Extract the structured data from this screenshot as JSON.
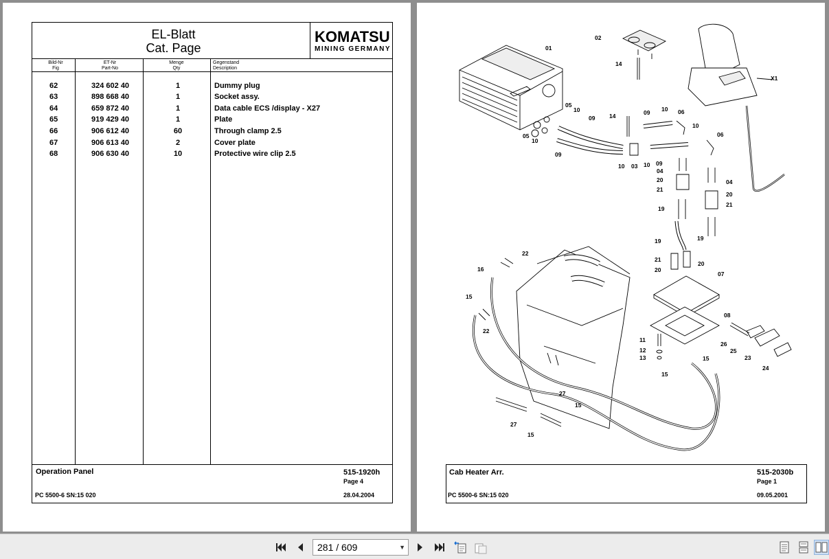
{
  "left_sheet": {
    "header": {
      "title": "EL-Blatt",
      "subtitle": "Cat. Page",
      "logo": "KOMATSU",
      "logo_sub": "MINING GERMANY"
    },
    "columns": [
      {
        "de": "Bild-Nr",
        "en": "Fig"
      },
      {
        "de": "ET-Nr",
        "en": "Part-No"
      },
      {
        "de": "Menge",
        "en": "Qty"
      },
      {
        "de": "Gegenstand",
        "en": "Description"
      }
    ],
    "rows": [
      {
        "fig": "62",
        "part": "324 602 40",
        "qty": "1",
        "desc": "Dummy plug"
      },
      {
        "fig": "63",
        "part": "898 668 40",
        "qty": "1",
        "desc": "Socket assy."
      },
      {
        "fig": "64",
        "part": "659 872 40",
        "qty": "1",
        "desc": "Data cable ECS /display - X27"
      },
      {
        "fig": "65",
        "part": "919 429 40",
        "qty": "1",
        "desc": "Plate"
      },
      {
        "fig": "66",
        "part": "906 612 40",
        "qty": "60",
        "desc": "Through clamp 2.5"
      },
      {
        "fig": "67",
        "part": "906 613 40",
        "qty": "2",
        "desc": "Cover plate"
      },
      {
        "fig": "68",
        "part": "906 630 40",
        "qty": "10",
        "desc": "Protective wire clip 2.5"
      }
    ],
    "footer": {
      "title": "Operation Panel",
      "doc": "515-1920h",
      "page": "Page 4",
      "model": "PC 5500-6 SN:15 020",
      "date": "28.04.2004"
    }
  },
  "right_sheet": {
    "footer": {
      "title": "Cab Heater Arr.",
      "doc": "515-2030b",
      "page": "Page 1",
      "model": "PC 5500-6 SN:15 020",
      "date": "09.05.2001"
    },
    "callouts": [
      "01",
      "02",
      "14",
      "05",
      "10",
      "09",
      "14",
      "09",
      "10",
      "06",
      "10",
      "06",
      "05",
      "10",
      "09",
      "10",
      "03",
      "10",
      "09",
      "04",
      "20",
      "21",
      "04",
      "20",
      "21",
      "19",
      "19",
      "19",
      "21",
      "20",
      "20",
      "07",
      "08",
      "11",
      "12",
      "13",
      "15",
      "15",
      "26",
      "25",
      "23",
      "24",
      "16",
      "22",
      "15",
      "22",
      "27",
      "15",
      "27",
      "15",
      "X1"
    ]
  },
  "toolbar": {
    "page_display": "281 / 609",
    "icons": [
      "first-page-icon",
      "prev-page-icon",
      "next-page-icon",
      "last-page-icon",
      "go-back-view-icon",
      "go-forward-view-icon",
      "single-page-view-icon",
      "continuous-view-icon",
      "two-page-view-icon"
    ]
  }
}
